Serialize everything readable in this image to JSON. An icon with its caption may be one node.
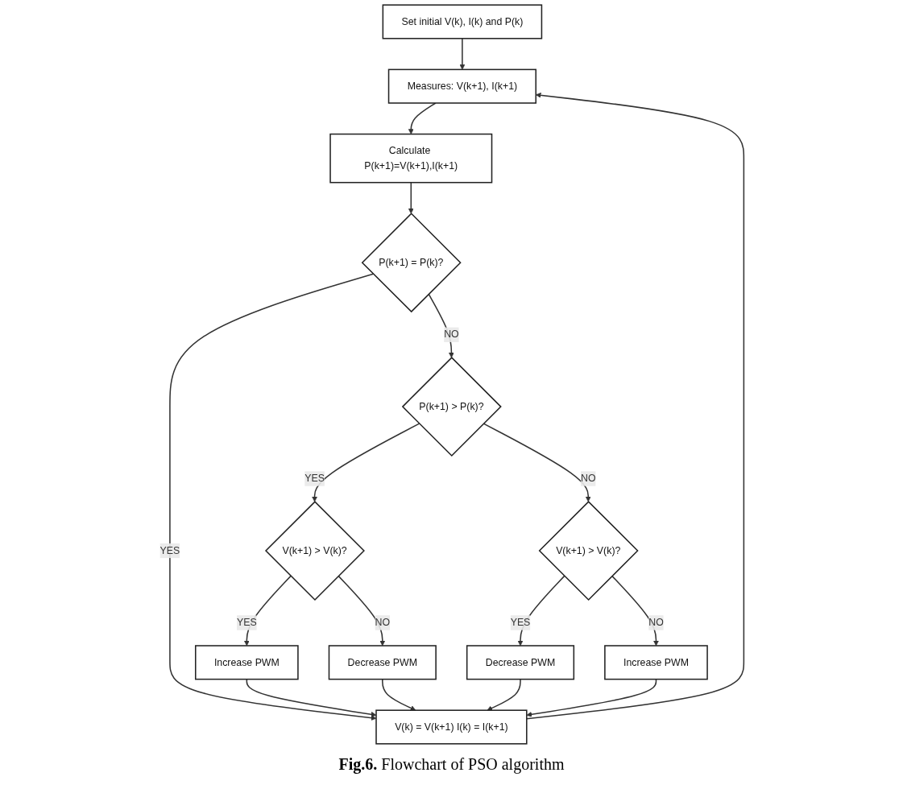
{
  "diagram": {
    "caption": "**Fig.6.** Flowchart of PSO algorithm",
    "nodes": [
      {
        "text": [
          "Set initial V(k), I(k) and P(k)"
        ]
      },
      {
        "text": [
          "Measures: V(k+1), I(k+1)"
        ]
      },
      {
        "text": [
          "Calculate P(k+1)=V(k+1),I(k+1)"
        ]
      },
      {
        "text": [
          "P(k+1) = P(k)?"
        ]
      },
      {
        "text": [
          "P(k+1) > P(k)?"
        ]
      },
      {
        "text": [
          "V(k+1) > V(k)?"
        ]
      },
      {
        "text": [
          "V(k+1) > V(k)?"
        ]
      },
      {
        "text": [
          "Increase PWM"
        ]
      },
      {
        "text": [
          "Decrease PWM"
        ]
      },
      {
        "text": [
          "Decrease PWM"
        ]
      },
      {
        "text": [
          "Increase PWM"
        ]
      },
      {
        "text": [
          "V(k) = V(k+1) I(k) = I(k+1)"
        ]
      }
    ],
    "edges": [
      {
        "from": 0,
        "to": 1,
        "arrow": "to"
      },
      {
        "from": 1,
        "to": 2,
        "arrow": "to"
      },
      {
        "from": 2,
        "to": 3,
        "arrow": "to"
      },
      {
        "from": 3,
        "to": 4,
        "arrow": "to",
        "label": "NO"
      },
      {
        "from": 3,
        "to": 11,
        "arrow": "to",
        "label": "YES"
      },
      {
        "from": 4,
        "to": 5,
        "arrow": "to",
        "label": "YES"
      },
      {
        "from": 4,
        "to": 6,
        "arrow": "to",
        "label": "NO"
      },
      {
        "from": 5,
        "to": 7,
        "arrow": "to",
        "label": "YES"
      },
      {
        "from": 5,
        "to": 8,
        "arrow": "to",
        "label": "NO"
      },
      {
        "from": 6,
        "to": 9,
        "arrow": "to",
        "label": "YES"
      },
      {
        "from": 6,
        "to": 10,
        "arrow": "to",
        "label": "NO"
      },
      {
        "from": 7,
        "to": 11,
        "arrow": "to"
      },
      {
        "from": 8,
        "to": 11,
        "arrow": "to"
      },
      {
        "from": 9,
        "to": 11,
        "arrow": "to"
      },
      {
        "from": 10,
        "to": 11,
        "arrow": "to"
      },
      {
        "from": 11,
        "to": 1,
        "arrow": "to"
      }
    ]
  }
}
